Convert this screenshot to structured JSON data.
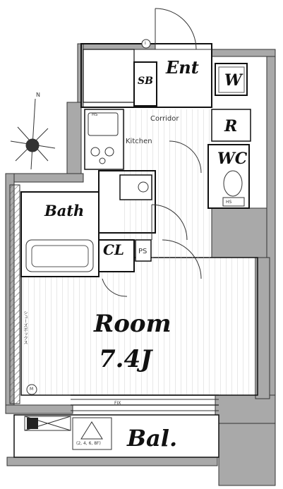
{
  "labels": {
    "ent": "Ent",
    "sb": "SB",
    "w": "W",
    "r": "R",
    "wc": "WC",
    "corridor": "Corridor",
    "kitchen": "Kitchen",
    "bath": "Bath",
    "cl": "CL",
    "ps": "PS",
    "room": "Room",
    "area": "7.4J",
    "bal": "Bal.",
    "fix": "FIX",
    "north": "N",
    "hs_kitchen": "HS",
    "hs_wc": "HS",
    "outdoor_unit": "(2, 4, 6, 8F)",
    "circle_i": "I",
    "circle_m": "M",
    "closet_wall_text": "シューズボックス"
  },
  "colors": {
    "wall_fill": "#a9a9a9",
    "wall_stroke": "#333333",
    "floor_line": "#bdbdbd",
    "ink": "#111111"
  }
}
